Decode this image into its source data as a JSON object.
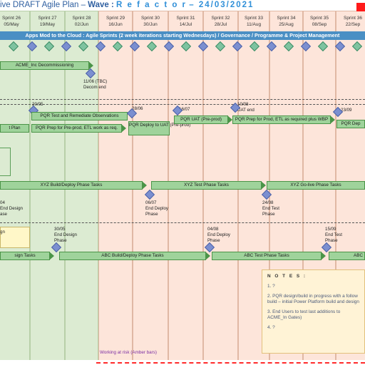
{
  "title": {
    "prefix": "ive DRAFT Agile Plan",
    "sep": " – ",
    "wave_label": "Wave :",
    "wave_name": "R e f a c t o r",
    "date": "–  24/03/2021"
  },
  "sprints": [
    {
      "name": "Sprint 26",
      "date": "05/May",
      "color": "green"
    },
    {
      "name": "Sprint 27",
      "date": "19/May",
      "color": "green"
    },
    {
      "name": "Sprint 28",
      "date": "02/Jun",
      "color": "green"
    },
    {
      "name": "Sprint 29",
      "date": "16/Jun",
      "color": "peach"
    },
    {
      "name": "Sprint 30",
      "date": "30/Jun",
      "color": "peach"
    },
    {
      "name": "Sprint 31",
      "date": "14/Jul",
      "color": "peach"
    },
    {
      "name": "Sprint 32",
      "date": "28/Jul",
      "color": "peach"
    },
    {
      "name": "Sprint 33",
      "date": "11/Aug",
      "color": "peach"
    },
    {
      "name": "Sprint 34",
      "date": "25/Aug",
      "color": "peach"
    },
    {
      "name": "Sprint 35",
      "date": "08/Sep",
      "color": "peach"
    },
    {
      "name": "Sprint 36",
      "date": "22/Sep",
      "color": "peach"
    }
  ],
  "banner": "Apps Mod to the Cloud : Agile Sprints (2 week iterations starting Wednesdays) / Governance / Programme & Project Management",
  "bars": {
    "acme": "ACME_Inc Decommissioning",
    "pqr_test": "PQR Test and Remediate Observations",
    "pqr_prep_preprod": "PQR Prep for Pre-prod, ETL work as req.",
    "pqr_left": "t Plan",
    "pqr_deploy_uat": "PQR Deploy to UAT (Pre-prod)",
    "pqr_uat": "PQR UAT (Pre-prod)",
    "pqr_prep_prod": "PQR Prep for Prod, ETL as required plus WBP",
    "pqr_right": "PQR Dep",
    "xyz_build": "XYZ Build/Deploy Phase Tasks",
    "xyz_test": "XYZ Test Phase Tasks",
    "xyz_golive": "XYZ Go-live Phase Tasks",
    "abc_left": "sign Tasks",
    "abc_build": "ABC Build/Deploy Phase Tasks",
    "abc_test": "ABC Test Phase Tasks",
    "abc_right": "ABC"
  },
  "labels": {
    "decom_date": "11/06 (TBC)",
    "decom_text": "Decom end",
    "d2005": "20/05",
    "d2806": "28/06",
    "d1607": "16/07",
    "d1008": "10/08",
    "uat_end": "UAT end",
    "d2309": "23/09",
    "xyz_left_1": "04",
    "xyz_left_2": "End Design",
    "xyz_left_3": "ase",
    "xyz_0607": "06/07",
    "xyz_0607_2": "End Deploy",
    "xyz_0607_3": "Phase",
    "xyz_2408": "24/08",
    "xyz_2408_2": "End Test",
    "xyz_2408_3": "Phase",
    "abc_left_1": "gn",
    "abc_3005": "30/05",
    "abc_3005_2": "End Design",
    "abc_3005_3": "Phase",
    "abc_0408": "04/08",
    "abc_0408_2": "End Deploy",
    "abc_0408_3": "Phase",
    "abc_1509": "15/09",
    "abc_1509_2": "End Test",
    "abc_1509_3": "Phase"
  },
  "notes": {
    "title": "N O T E S :",
    "n1": "1. ?",
    "n2": "2. PQR design/build in progress with a follow build – initial Power Platform build and design",
    "n3": "3. End Users to test last additions to ACME_In Gates)",
    "n4": "4. ?"
  },
  "footer": {
    "at_risk": "Working at risk (Amber bars)"
  },
  "colors": {
    "sprint_green": "#dcebd2",
    "sprint_peach": "#fde5da",
    "banner": "#4a8fc4",
    "bar_fill": "#9fd39b",
    "milestone_blue": "#7b8fd0",
    "milestone_green": "#7ec3a0",
    "risk_line": "#ff2a2a",
    "notes_bg": "#fff3d6"
  }
}
